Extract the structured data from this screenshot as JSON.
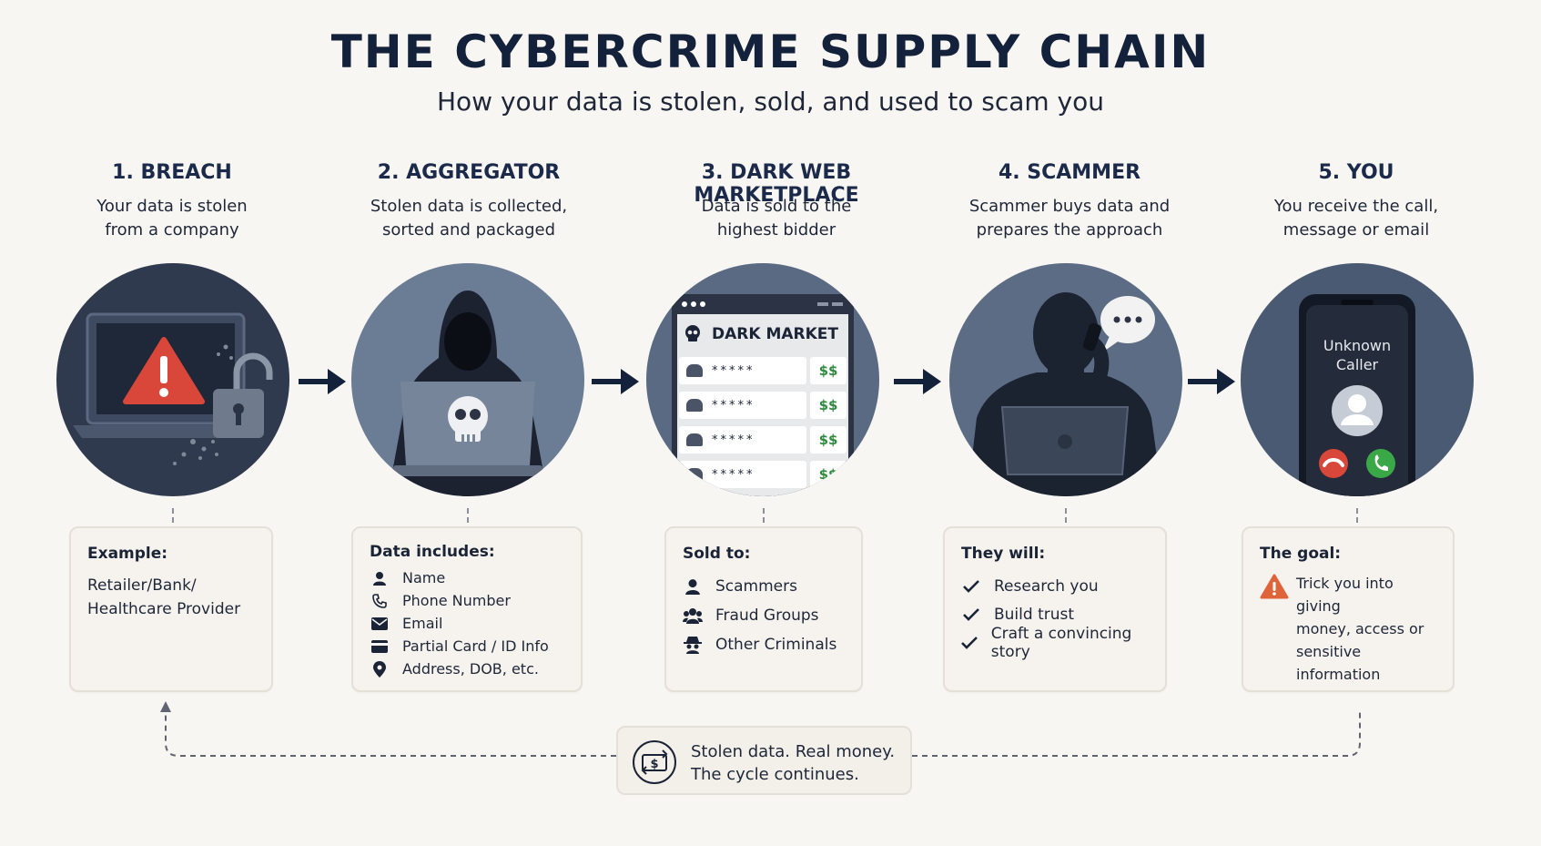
{
  "header": {
    "title": "THE CYBERCRIME SUPPLY CHAIN",
    "subtitle": "How your data is stolen, sold, and used to scam you"
  },
  "stages": [
    {
      "heading": "1. BREACH",
      "desc": [
        "Your data is stolen",
        "from a company"
      ],
      "card_title": "Example:",
      "card_lines": [
        "Retailer/Bank/",
        "Healthcare Provider"
      ]
    },
    {
      "heading": "2. AGGREGATOR",
      "desc": [
        "Stolen data is collected,",
        "sorted and packaged"
      ],
      "card_title": "Data includes:",
      "items": [
        {
          "label": "Name",
          "icon": "person-icon"
        },
        {
          "label": "Phone Number",
          "icon": "phone-icon"
        },
        {
          "label": "Email",
          "icon": "envelope-icon"
        },
        {
          "label": "Partial Card / ID Info",
          "icon": "card-icon"
        },
        {
          "label": "Address, DOB, etc.",
          "icon": "location-pin-icon"
        }
      ]
    },
    {
      "heading": "3. DARK WEB MARKETPLACE",
      "desc": [
        "Data is sold to the",
        "highest bidder"
      ],
      "market_title": "DARK MARKET",
      "listing_mask": "*****",
      "listing_price": "$$",
      "card_title": "Sold to:",
      "items": [
        {
          "label": "Scammers",
          "icon": "person-icon"
        },
        {
          "label": "Fraud Groups",
          "icon": "group-icon"
        },
        {
          "label": "Other Criminals",
          "icon": "spy-icon"
        }
      ]
    },
    {
      "heading": "4. SCAMMER",
      "desc": [
        "Scammer buys data and",
        "prepares the approach"
      ],
      "card_title": "They will:",
      "items": [
        {
          "label": "Research you",
          "icon": "check-icon"
        },
        {
          "label": "Build trust",
          "icon": "check-icon"
        },
        {
          "label": "Craft a convincing story",
          "icon": "check-icon"
        }
      ]
    },
    {
      "heading": "5. YOU",
      "desc": [
        "You receive the call,",
        "message or email"
      ],
      "caller": [
        "Unknown",
        "Caller"
      ],
      "card_title": "The goal:",
      "goal_lines": [
        "Trick you into giving",
        "money, access or",
        "sensitive information"
      ]
    }
  ],
  "footer": {
    "lines": [
      "Stolen data. Real money.",
      "The cycle continues."
    ]
  },
  "colors": {
    "navy": "#1b2a4a",
    "circle_bg": "#2f3a4e",
    "alert_red": "#d9473a",
    "warn_orange": "#e0643a",
    "price_green": "#2e8b3e"
  }
}
